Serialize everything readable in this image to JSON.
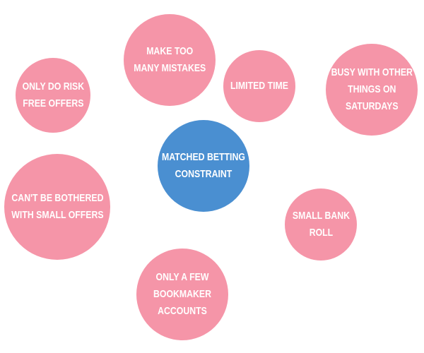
{
  "center": {
    "lines": [
      "MATCHED BETTING",
      "CONSTRAINT"
    ],
    "color": "#4A8FD1"
  },
  "constraints": [
    {
      "lines": [
        "ONLY DO RISK",
        "FREE OFFERS"
      ]
    },
    {
      "lines": [
        "MAKE TOO",
        "MANY MISTAKES"
      ]
    },
    {
      "lines": [
        "LIMITED TIME"
      ]
    },
    {
      "lines": [
        "BUSY WITH OTHER",
        "THINGS ON",
        "SATURDAYS"
      ]
    },
    {
      "lines": [
        "CAN'T BE BOTHERED",
        "WITH SMALL OFFERS"
      ]
    },
    {
      "lines": [
        "SMALL BANK",
        "ROLL"
      ]
    },
    {
      "lines": [
        "ONLY A FEW",
        "BOOKMAKER",
        "ACCOUNTS"
      ]
    }
  ],
  "bubble_color": "#F595A8"
}
